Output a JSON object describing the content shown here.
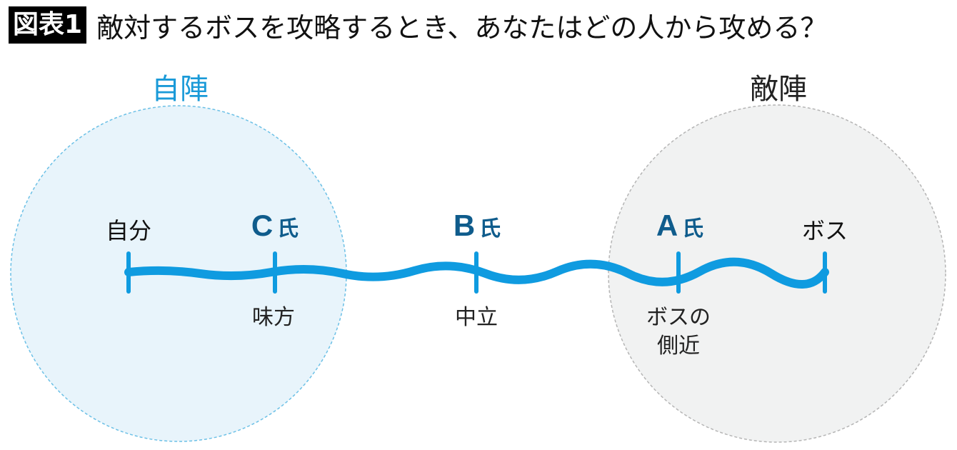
{
  "header": {
    "badge": "図表1",
    "title": "敵対するボスを攻略するとき、あなたはどの人から攻める？"
  },
  "camps": {
    "own": "自陣",
    "enemy": "敵陣"
  },
  "points": [
    {
      "top": "自分",
      "bottom": ""
    },
    {
      "letter": "C",
      "suffix": "氏",
      "bottom": "味方"
    },
    {
      "letter": "B",
      "suffix": "氏",
      "bottom": "中立"
    },
    {
      "letter": "A",
      "suffix": "氏",
      "bottom": "ボスの",
      "bottom2": "側近"
    },
    {
      "top": "ボス",
      "bottom": ""
    }
  ],
  "colors": {
    "line": "#0f9be0",
    "own_fill": "#e8f4fb",
    "enemy_fill": "#f1f2f2",
    "key": "#0f5c8c",
    "own_label": "#1a9ad8"
  }
}
